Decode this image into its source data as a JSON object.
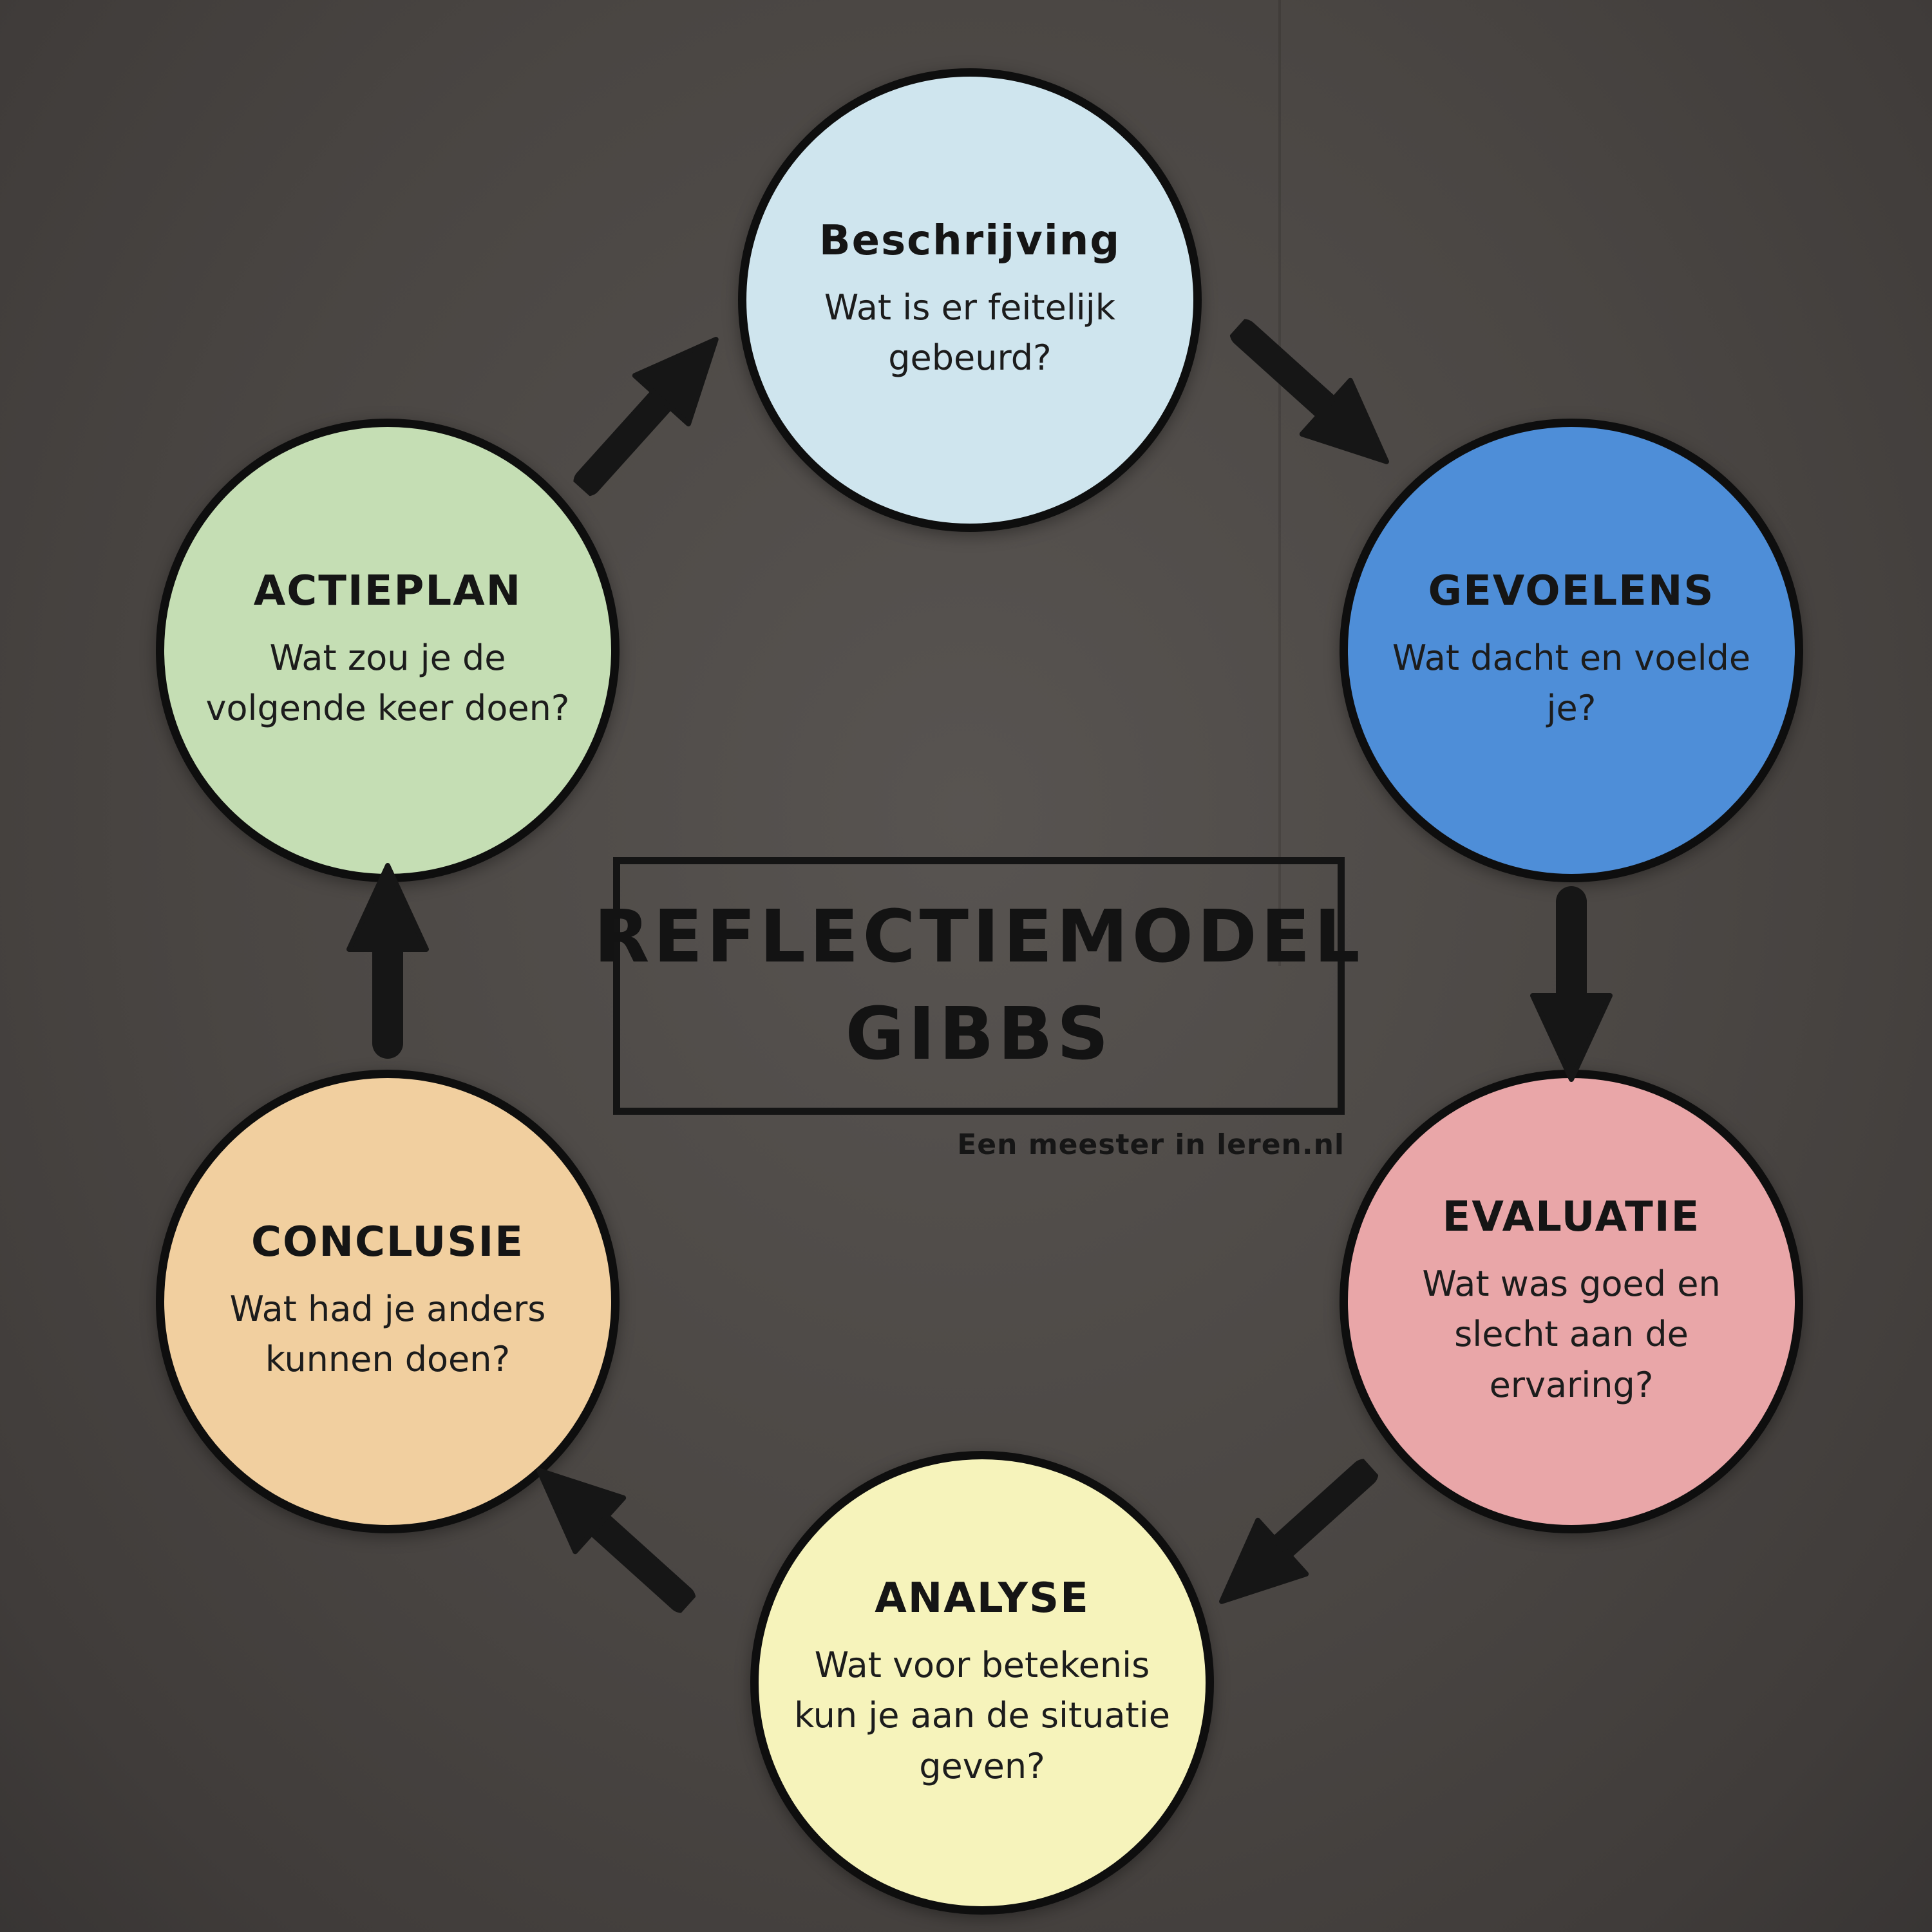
{
  "title": {
    "line1": "REFLECTIEMODEL",
    "line2": "GIBBS",
    "credit": "Een meester in leren.nl"
  },
  "background_color": "#4a4643",
  "arrow_color": "#161616",
  "circle_border_color": "#0e0e0e",
  "nodes": [
    {
      "id": "beschrijving",
      "label": "Beschrijving",
      "question": "Wat is er feitelijk gebeurd?",
      "color": "#cfe5ee"
    },
    {
      "id": "gevoelens",
      "label": "GEVOELENS",
      "question": "Wat dacht en voelde je?",
      "color": "#4e8ed8"
    },
    {
      "id": "evaluatie",
      "label": "EVALUATIE",
      "question": "Wat was goed en slecht aan de ervaring?",
      "color": "#e9a6a8"
    },
    {
      "id": "analyse",
      "label": "ANALYSE",
      "question": "Wat voor betekenis kun je aan de situatie geven?",
      "color": "#f6f3bb"
    },
    {
      "id": "conclusie",
      "label": "CONCLUSIE",
      "question": "Wat had je anders kunnen doen?",
      "color": "#f1cf9f"
    },
    {
      "id": "actieplan",
      "label": "ACTIEPLAN",
      "question": "Wat zou je de volgende keer doen?",
      "color": "#c5deb4"
    }
  ],
  "arrows": [
    {
      "from": "actieplan",
      "to": "beschrijving",
      "direction": "up-right"
    },
    {
      "from": "beschrijving",
      "to": "gevoelens",
      "direction": "down-right"
    },
    {
      "from": "gevoelens",
      "to": "evaluatie",
      "direction": "down"
    },
    {
      "from": "evaluatie",
      "to": "analyse",
      "direction": "down-left"
    },
    {
      "from": "analyse",
      "to": "conclusie",
      "direction": "up-left"
    },
    {
      "from": "conclusie",
      "to": "actieplan",
      "direction": "up"
    }
  ]
}
